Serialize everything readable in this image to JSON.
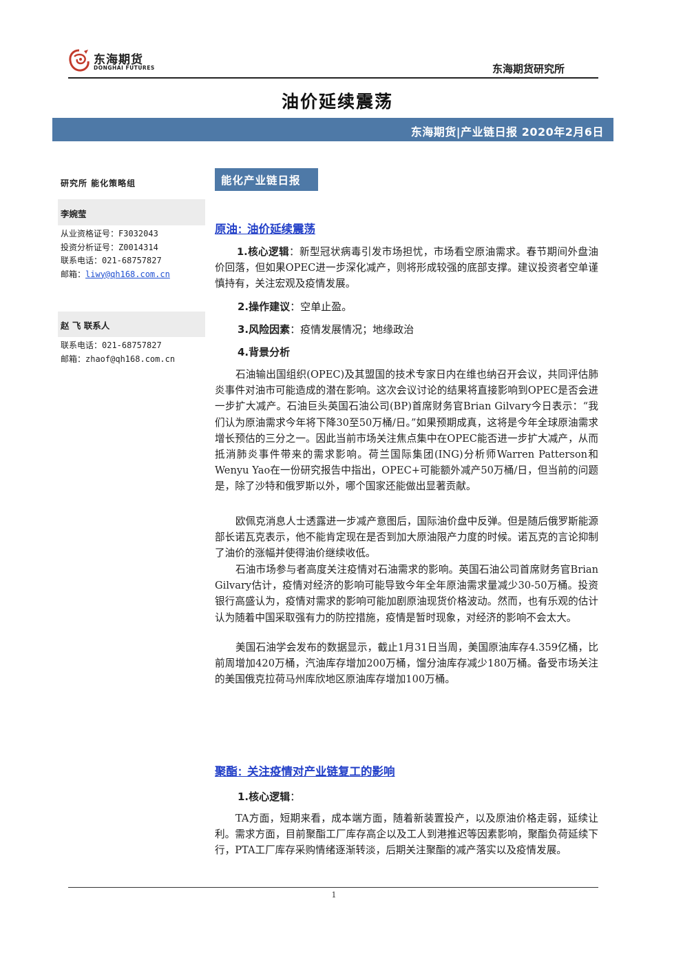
{
  "header": {
    "logo_cn": "东海期货",
    "logo_en": "DONGHAI FUTURES",
    "institute": "东海期货研究所"
  },
  "title": "油价延续震荡",
  "banner": "东海期货|产业链日报 2020年2月6日",
  "sidebar": {
    "heading": "研究所  能化策略组",
    "analyst1": {
      "name": "李婉莹",
      "lines": [
        "从业资格证号：F3032043",
        "投资分析证号：Z0014314",
        "联系电话：021-68757827"
      ],
      "email_label": "邮箱：",
      "email": "liwy@qh168.com.cn"
    },
    "analyst2": {
      "name": "赵 飞  联系人",
      "lines": [
        "联系电话：021-68757827",
        "邮箱：zhaof@qh168.com.cn"
      ]
    }
  },
  "main": {
    "tag": "能化产业链日报",
    "section1": {
      "prefix": "原油",
      "sep": "：",
      "title": "油价延续震荡",
      "item1_label": "1.核心逻辑",
      "item1_text": "：新型冠状病毒引发市场担忧，市场看空原油需求。春节期间外盘油价回落，但如果OPEC进一步深化减产，则将形成较强的底部支撑。建议投资者空单谨慎持有，关注宏观及疫情发展。",
      "item2_label": "2.操作建议",
      "item2_text": "：空单止盈。",
      "item3_label": "3.风险因素",
      "item3_text": "：疫情发展情况；地缘政治",
      "item4_label": "4.背景分析",
      "para1": "石油输出国组织(OPEC)及其盟国的技术专家日内在维也纳召开会议，共同评估肺炎事件对油市可能造成的潜在影响。这次会议讨论的结果将直接影响到OPEC是否会进一步扩大减产。石油巨头英国石油公司(BP)首席财务官Brian Gilvary今日表示：“我们认为原油需求今年将下降30至50万桶/日。”如果预期成真，这将是今年全球原油需求增长预估的三分之一。因此当前市场关注焦点集中在OPEC能否进一步扩大减产，从而抵消肺炎事件带来的需求影响。荷兰国际集团(ING)分析师Warren Patterson和Wenyu Yao在一份研究报告中指出，OPEC+可能额外减产50万桶/日，但当前的问题是，除了沙特和俄罗斯以外，哪个国家还能做出显著贡献。",
      "para2": "欧佩克消息人士透露进一步减产意图后，国际油价盘中反弹。但是随后俄罗斯能源部长诺瓦克表示，他不能肯定现在是否到加大原油限产力度的时候。诺瓦克的言论抑制了油价的涨幅并使得油价继续收低。",
      "para3": "石油市场参与者高度关注疫情对石油需求的影响。英国石油公司首席财务官Brian Gilvary估计，疫情对经济的影响可能导致今年全年原油需求量减少30-50万桶。投资银行高盛认为，疫情对需求的影响可能加剧原油现货价格波动。然而，也有乐观的估计认为随着中国采取强有力的防控措施，疫情是暂时现象，对经济的影响不会太大。",
      "para4": "美国石油学会发布的数据显示，截止1月31日当周，美国原油库存4.359亿桶，比前周增加420万桶，汽油库存增加200万桶，馏分油库存减少180万桶。备受市场关注的美国俄克拉荷马州库欣地区原油库存增加100万桶。"
    },
    "section2": {
      "prefix": "聚酯",
      "sep": "：",
      "title": "关注疫情对产业链复工的影响",
      "item1_label": "1.核心逻辑",
      "item1_text": "：",
      "para1": "TA方面，短期来看，成本端方面，随着新装置投产，以及原油价格走弱，延续让利。需求方面，目前聚酯工厂库存高企以及工人到港推迟等因素影响，聚酯负荷延续下行，PTA工厂库存采购情绪逐渐转淡，后期关注聚酯的减产落实以及疫情发展。"
    }
  },
  "footer": {
    "page": "1"
  }
}
